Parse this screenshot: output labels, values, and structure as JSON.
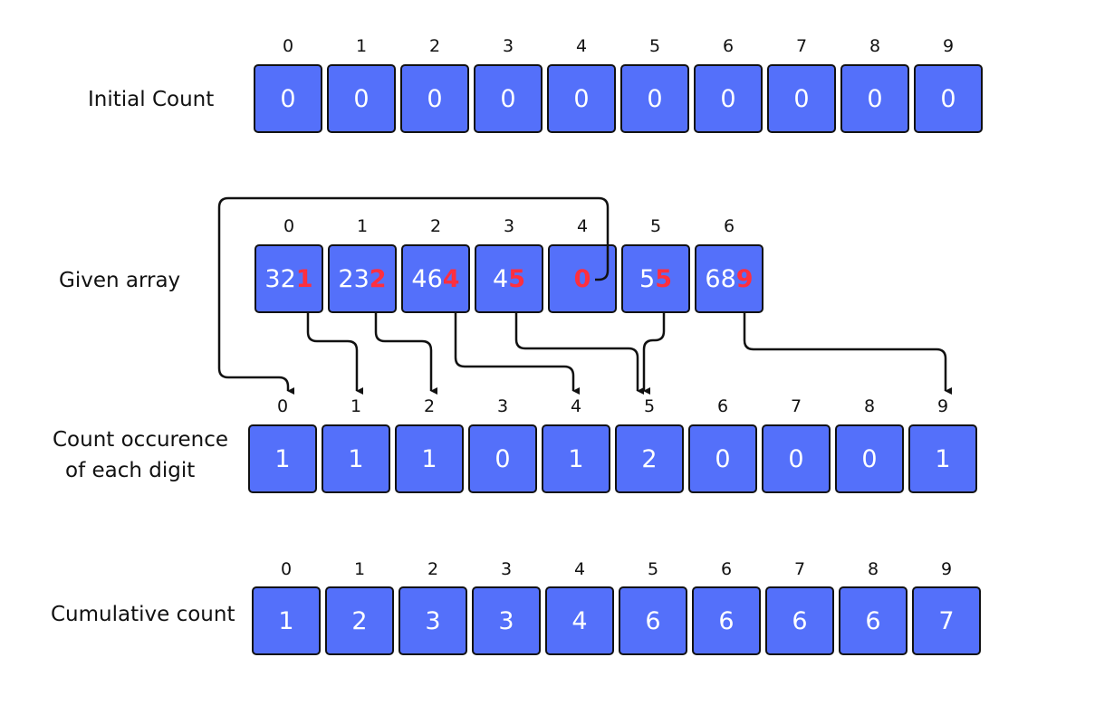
{
  "colors": {
    "cell_fill": "#5470fa",
    "cell_border": "#111111",
    "highlight_digit": "#ff2f3f",
    "text": "#111111"
  },
  "rows": {
    "initial": {
      "label": "Initial Count",
      "indices": [
        "0",
        "1",
        "2",
        "3",
        "4",
        "5",
        "6",
        "7",
        "8",
        "9"
      ],
      "values": [
        "0",
        "0",
        "0",
        "0",
        "0",
        "0",
        "0",
        "0",
        "0",
        "0"
      ]
    },
    "given": {
      "label": "Given array",
      "indices": [
        "0",
        "1",
        "2",
        "3",
        "4",
        "5",
        "6"
      ],
      "values": [
        {
          "prefix": "32",
          "digit": "1"
        },
        {
          "prefix": "23",
          "digit": "2"
        },
        {
          "prefix": "46",
          "digit": "4"
        },
        {
          "prefix": "4",
          "digit": "5"
        },
        {
          "prefix": "",
          "digit": "0"
        },
        {
          "prefix": "5",
          "digit": "5"
        },
        {
          "prefix": "68",
          "digit": "9"
        }
      ]
    },
    "occurrence": {
      "label_line1": "Count occurence",
      "label_line2": "of each digit",
      "indices": [
        "0",
        "1",
        "2",
        "3",
        "4",
        "5",
        "6",
        "7",
        "8",
        "9"
      ],
      "values": [
        "1",
        "1",
        "1",
        "0",
        "1",
        "2",
        "0",
        "0",
        "0",
        "1"
      ]
    },
    "cumulative": {
      "label": "Cumulative count",
      "indices": [
        "0",
        "1",
        "2",
        "3",
        "4",
        "5",
        "6",
        "7",
        "8",
        "9"
      ],
      "values": [
        "1",
        "2",
        "3",
        "3",
        "4",
        "6",
        "6",
        "6",
        "6",
        "7"
      ]
    }
  }
}
